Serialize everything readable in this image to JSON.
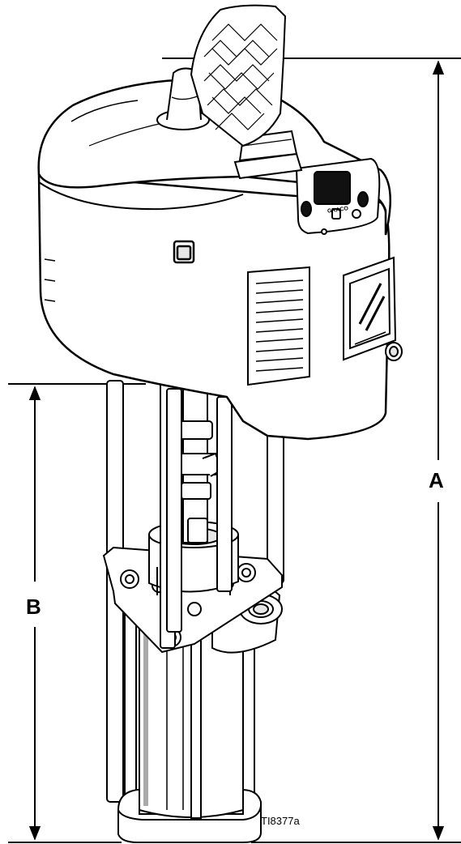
{
  "dimensions": {
    "a_label": "A",
    "b_label": "B"
  },
  "figure_id": "TI8377a",
  "display_brand": "GRACO",
  "colors": {
    "line": "#000000",
    "fill": "#ffffff",
    "shade": "#e6e6e6",
    "display": "#111111"
  }
}
